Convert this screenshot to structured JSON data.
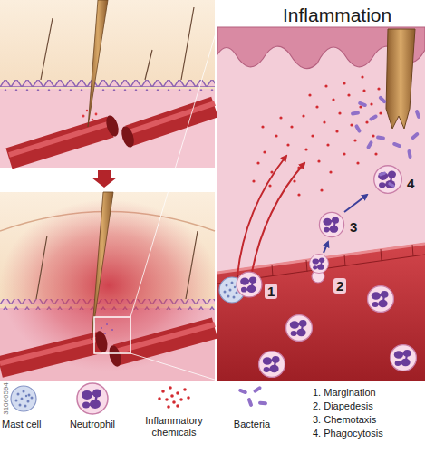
{
  "diagram": {
    "title": "Inflammation",
    "labels": [
      "1",
      "2",
      "3",
      "4",
      "1. Margination",
      "2. Diapedesis",
      "3. Chemotaxis",
      "4. Phagocytosis",
      "31066594"
    ],
    "legend": [
      {
        "text": "Mast cell"
      },
      {
        "text": "Neutrophil"
      },
      {
        "text": "Inflammatory chemicals"
      },
      {
        "text": "Bacteria"
      }
    ]
  }
}
